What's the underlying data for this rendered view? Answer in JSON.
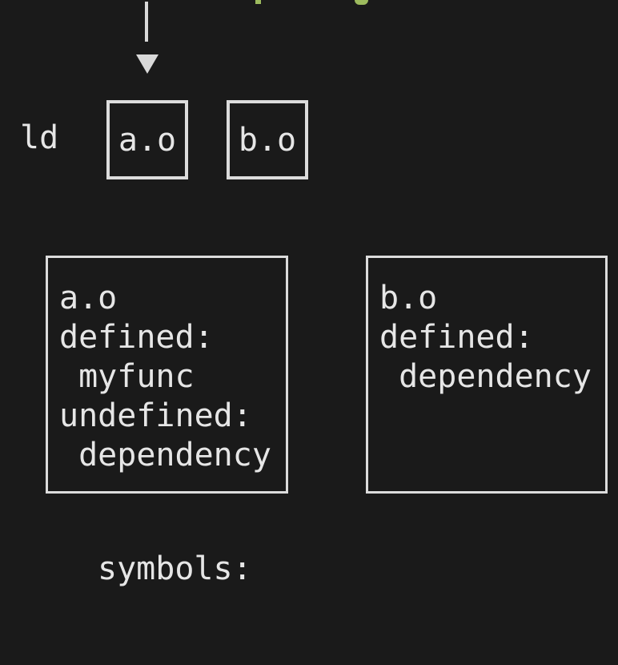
{
  "colors": {
    "background": "#1a1a1a",
    "text": "#e6e6e6",
    "box_border": "#dcdcdc",
    "arrow": "#d9d9d9",
    "green_fragment": "#9dbb5e"
  },
  "linker": {
    "label": "ld",
    "inputs": [
      {
        "label": "a.o"
      },
      {
        "label": "b.o"
      }
    ]
  },
  "object_files": [
    {
      "name": "a.o",
      "lines": [
        "a.o",
        "defined:",
        " myfunc",
        "undefined:",
        " dependency"
      ]
    },
    {
      "name": "b.o",
      "lines": [
        "b.o",
        "defined:",
        " dependency"
      ]
    }
  ],
  "footer": {
    "symbols_label": "symbols:"
  }
}
